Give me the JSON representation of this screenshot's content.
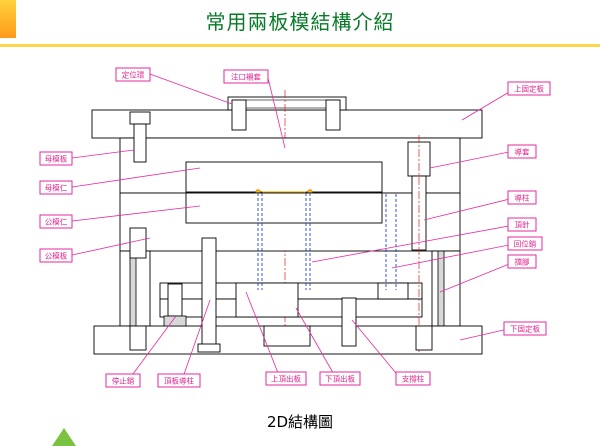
{
  "slide": {
    "title": "常用兩板模結構介紹",
    "caption": "2D結構圖"
  },
  "labels": {
    "locating_ring": "定位環",
    "sprue_bushing": "注口襯套",
    "top_clamp_plate": "上固定板",
    "a_plate": "母模板",
    "cavity_insert": "母模仁",
    "core_insert": "公模仁",
    "b_plate": "公模板",
    "guide_bushing": "導套",
    "guide_pin": "導柱",
    "ejector_pin": "頂針",
    "return_pin": "回位銷",
    "support_block": "擋腳",
    "bottom_clamp_plate": "下固定板",
    "stop_pin": "停止銷",
    "ejector_guide_pin": "頂板導柱",
    "ejector_retainer_plate": "上頂出板",
    "ejector_plate": "下頂出板",
    "support_pillar": "支撐柱"
  }
}
